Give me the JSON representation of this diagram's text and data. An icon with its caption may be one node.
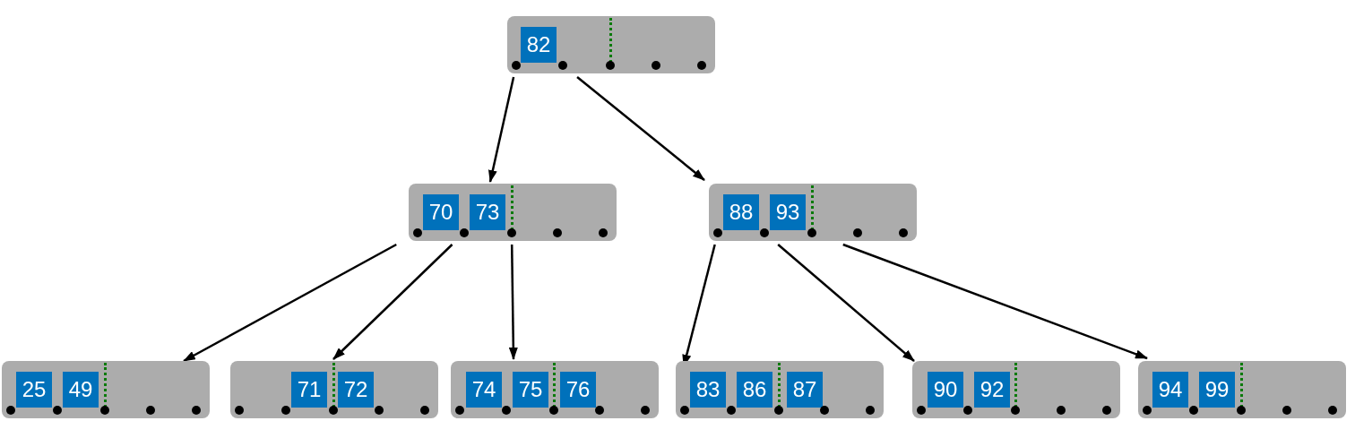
{
  "diagram": {
    "nodes": [
      {
        "text": [],
        "shape": "box"
      },
      {
        "text": [
          "82"
        ],
        "in": 0
      },
      {
        "text": [],
        "shape": "box"
      },
      {
        "text": [
          "70"
        ],
        "in": 2
      },
      {
        "text": [
          "73"
        ],
        "in": 2
      },
      {
        "text": [],
        "shape": "box"
      },
      {
        "text": [
          "88"
        ],
        "in": 5
      },
      {
        "text": [
          "93"
        ],
        "in": 5
      },
      {
        "text": [],
        "shape": "box"
      },
      {
        "text": [
          "25"
        ],
        "in": 8
      },
      {
        "text": [
          "49"
        ],
        "in": 8
      },
      {
        "text": [],
        "shape": "box"
      },
      {
        "text": [
          "71"
        ],
        "in": 11
      },
      {
        "text": [
          "72"
        ],
        "in": 11
      },
      {
        "text": [],
        "shape": "box"
      },
      {
        "text": [
          "74"
        ],
        "in": 14
      },
      {
        "text": [
          "75"
        ],
        "in": 14
      },
      {
        "text": [
          "76"
        ],
        "in": 14
      },
      {
        "text": [],
        "shape": "box"
      },
      {
        "text": [
          "83"
        ],
        "in": 18
      },
      {
        "text": [
          "86"
        ],
        "in": 18
      },
      {
        "text": [
          "87"
        ],
        "in": 18
      },
      {
        "text": [],
        "shape": "box"
      },
      {
        "text": [
          "90"
        ],
        "in": 22
      },
      {
        "text": [
          "92"
        ],
        "in": 22
      },
      {
        "text": [],
        "shape": "box"
      },
      {
        "text": [
          "94"
        ],
        "in": 25
      },
      {
        "text": [
          "99"
        ],
        "in": 25
      }
    ],
    "edges": [
      {
        "from": 0,
        "to": 2,
        "arrow": "to"
      },
      {
        "from": 0,
        "to": 5,
        "arrow": "to"
      },
      {
        "from": 2,
        "to": 8,
        "arrow": "to"
      },
      {
        "from": 2,
        "to": 11,
        "arrow": "to"
      },
      {
        "from": 2,
        "to": 14,
        "arrow": "to"
      },
      {
        "from": 5,
        "to": 18,
        "arrow": "to"
      },
      {
        "from": 5,
        "to": 22,
        "arrow": "to"
      },
      {
        "from": 5,
        "to": 25,
        "arrow": "to"
      }
    ]
  }
}
